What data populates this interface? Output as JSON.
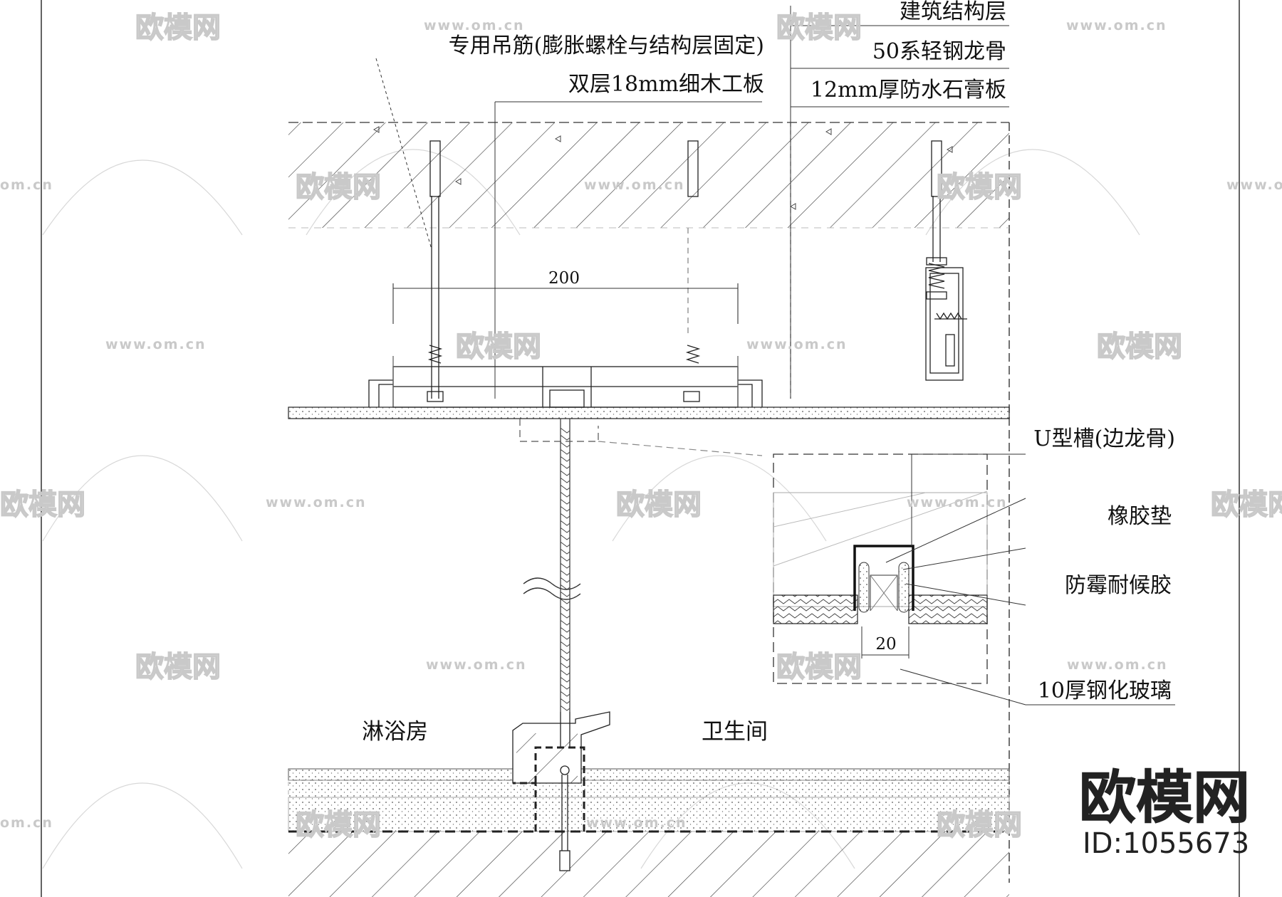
{
  "labels": {
    "structure_layer": "建筑结构层",
    "hanger": "专用吊筋(膨胀螺栓与结构层固定)",
    "keel": "50系轻钢龙骨",
    "plywood": "双层18mm细木工板",
    "gypsum": "12mm厚防水石膏板",
    "u_channel": "U型槽(边龙骨)",
    "rubber_pad": "橡胶垫",
    "sealant": "防霉耐候胶",
    "glass": "10厚钢化玻璃"
  },
  "dimensions": {
    "top_span": "200",
    "detail_gap": "20"
  },
  "rooms": {
    "shower": "淋浴房",
    "bathroom": "卫生间"
  },
  "watermark": {
    "brand": "欧模网",
    "url": "www.om.cn",
    "url_short": "om.cn",
    "logo_text": "欧模网",
    "id_text": "ID:1055673"
  }
}
